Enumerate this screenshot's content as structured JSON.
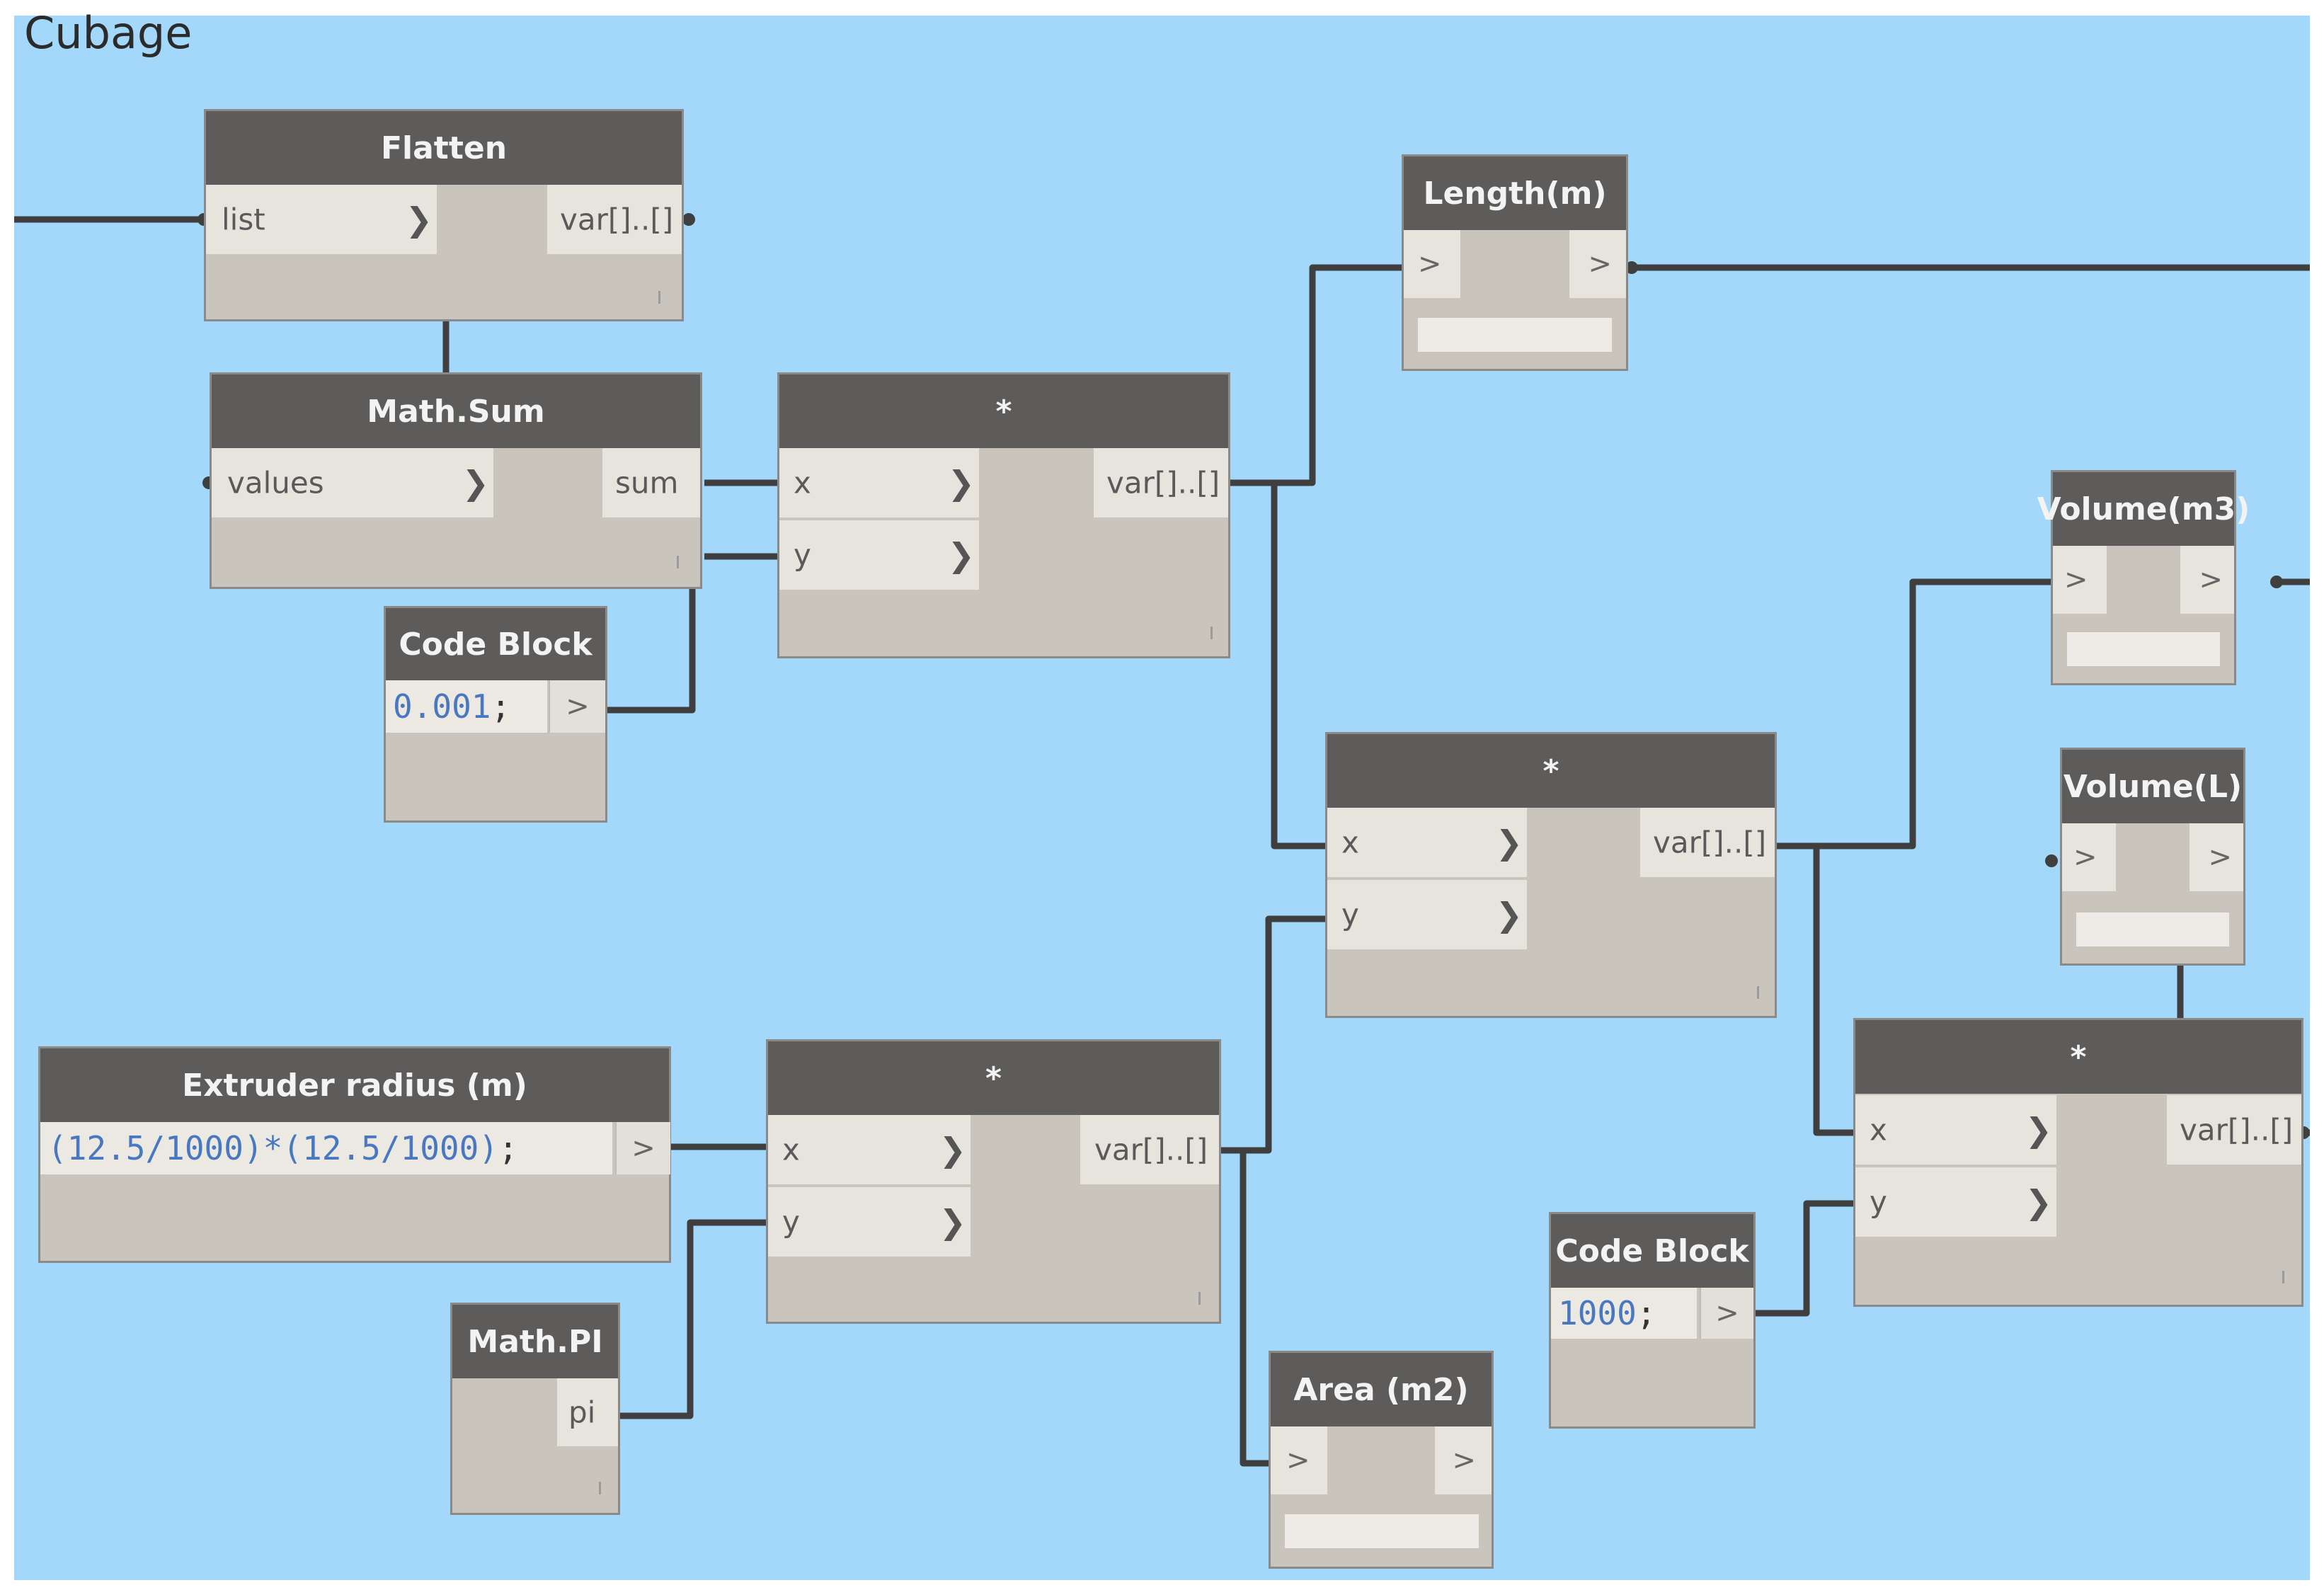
{
  "group": {
    "title": "Cubage",
    "color": "#a3d8fb"
  },
  "nodes": {
    "flatten": {
      "title": "Flatten",
      "input": "list",
      "output": "var[]..[]"
    },
    "math_sum": {
      "title": "Math.Sum",
      "input": "values",
      "output": "sum"
    },
    "code_block_1": {
      "title": "Code Block",
      "code": "0.001",
      "semicolon": ";",
      "out": ">"
    },
    "multiply_1": {
      "title": "*",
      "in_x": "x",
      "in_y": "y",
      "output": "var[]..[]"
    },
    "length": {
      "title": "Length(m)",
      "in": ">",
      "out": ">"
    },
    "volume_m3": {
      "title": "Volume(m3)",
      "in": ">",
      "out": ">"
    },
    "multiply_2": {
      "title": "*",
      "in_x": "x",
      "in_y": "y",
      "output": "var[]..[]"
    },
    "volume_l": {
      "title": "Volume(L)",
      "in": ">",
      "out": ">"
    },
    "extruder": {
      "title": "Extruder radius (m)",
      "code": "(12.5/1000)*(12.5/1000)",
      "semicolon": ";",
      "out": ">"
    },
    "multiply_3": {
      "title": "*",
      "in_x": "x",
      "in_y": "y",
      "output": "var[]..[]"
    },
    "math_pi": {
      "title": "Math.PI",
      "output": "pi"
    },
    "area": {
      "title": "Area (m2)",
      "in": ">",
      "out": ">"
    },
    "code_block_2": {
      "title": "Code Block",
      "code": "1000",
      "semicolon": ";",
      "out": ">"
    },
    "multiply_4": {
      "title": "*",
      "in_x": "x",
      "in_y": "y",
      "output": "var[]..[]"
    }
  },
  "colors": {
    "node_header": "#5e5c5a",
    "node_body": "#c9c5bd",
    "wire": "#3f3f3f",
    "code_text": "#4a78c0"
  }
}
